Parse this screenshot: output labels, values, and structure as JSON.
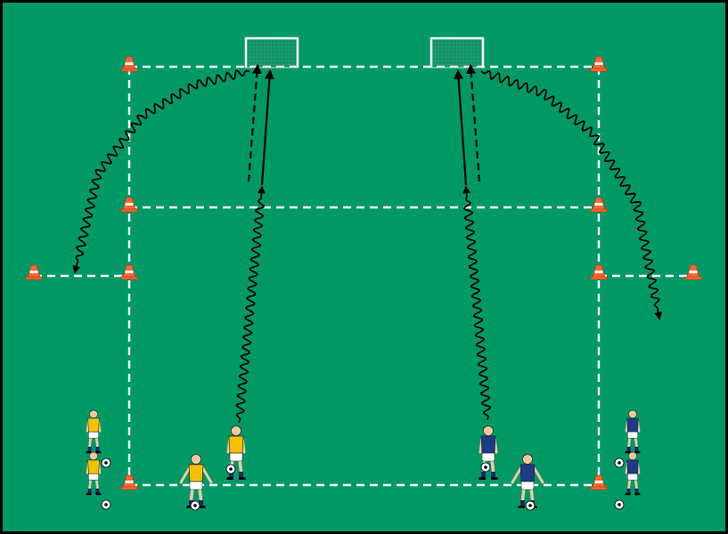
{
  "colors": {
    "pitch": "#009966",
    "border": "#000000",
    "lines": "#ffffff",
    "cone": "#ff6633",
    "arrow": "#000000",
    "team_yellow_shirt": "#f2c200",
    "team_blue_shirt": "#1f3a8a",
    "shorts": "#ffffff",
    "skin": "#f0c8a0"
  },
  "elements": {
    "goals": [
      "left-goal",
      "right-goal"
    ],
    "teams": [
      "yellow",
      "blue"
    ]
  }
}
